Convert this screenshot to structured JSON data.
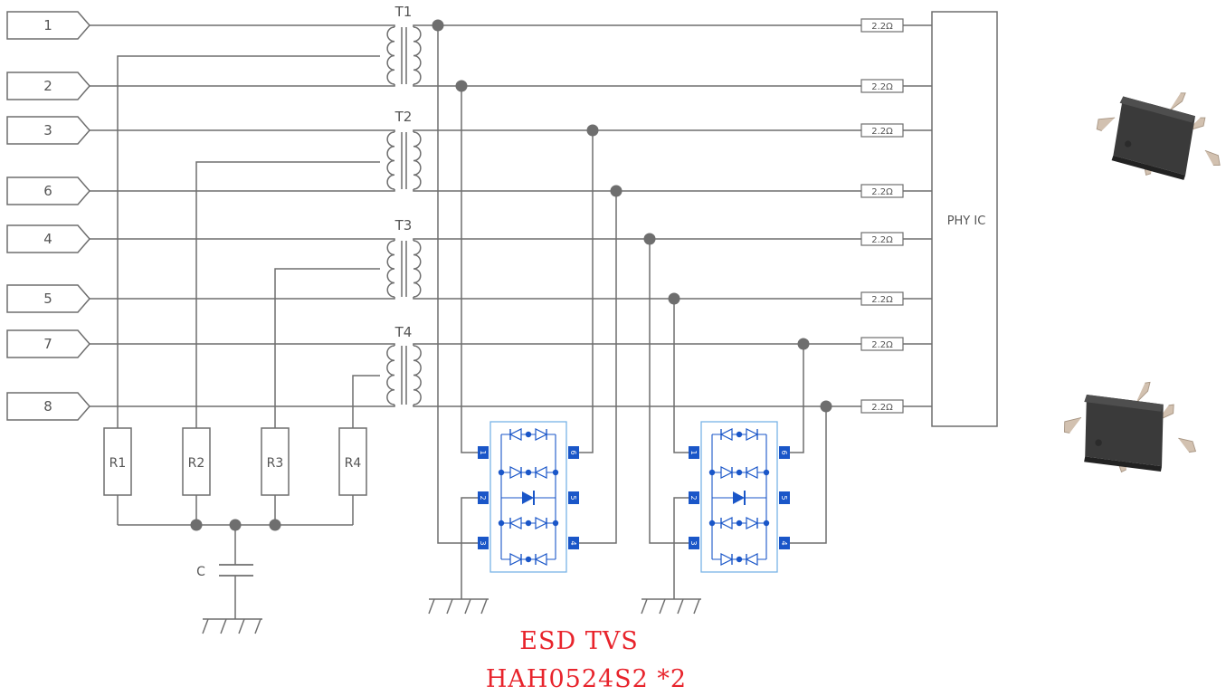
{
  "ports": [
    "1",
    "2",
    "3",
    "6",
    "4",
    "5",
    "7",
    "8"
  ],
  "transformers": [
    "T1",
    "T2",
    "T3",
    "T4"
  ],
  "resistors": [
    "R1",
    "R2",
    "R3",
    "R4"
  ],
  "capacitor": "C",
  "series_resistor": "2.2Ω",
  "phy_label": "PHY IC",
  "tvs_pins": {
    "left": [
      "1",
      "2",
      "3"
    ],
    "right": [
      "6",
      "5",
      "4"
    ]
  },
  "caption": {
    "line1": "ESD TVS",
    "line2": "HAH0524S2 *2"
  },
  "colors": {
    "wire": "#6e6e6e",
    "node": "#6e6e6e",
    "tvs": "#1a56c8",
    "tvs_box": "#78b4e6",
    "caption": "#e8242c"
  }
}
